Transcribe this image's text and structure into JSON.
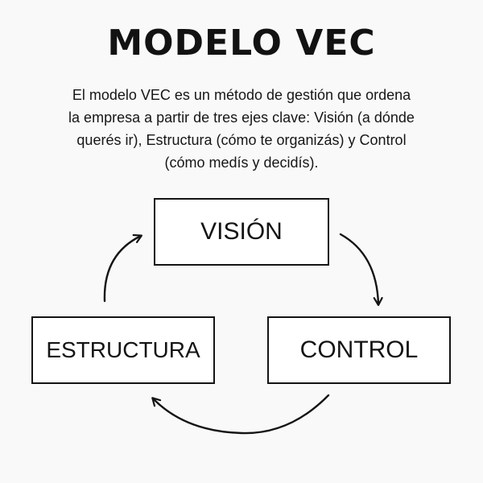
{
  "title": "MODELO VEC",
  "description": {
    "lines": [
      "El modelo VEC es un método de gestión que ordena",
      "la empresa a partir de tres ejes clave: Visión (a dónde",
      "querés ir), Estructura (cómo te organizás) y Control",
      "(cómo medís y decidís)."
    ]
  },
  "nodes": {
    "vision": "VISIÓN",
    "estructura": "ESTRUCTURA",
    "control": "CONTROL"
  },
  "colors": {
    "background": "#f9f9f9",
    "ink": "#141414"
  }
}
